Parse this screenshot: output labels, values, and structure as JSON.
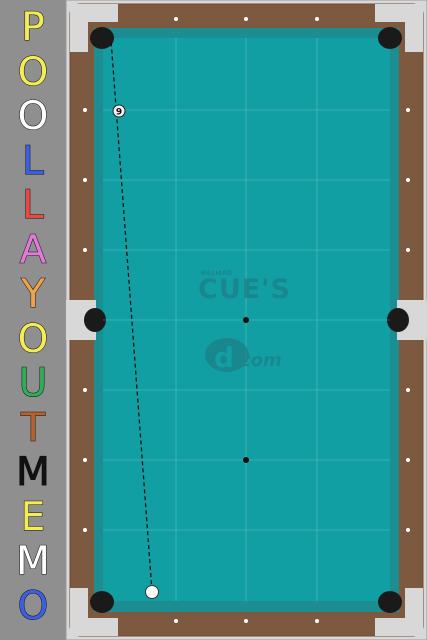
{
  "title": {
    "letters": [
      {
        "ch": "P",
        "color": "#f3ec57"
      },
      {
        "ch": "O",
        "color": "#f3ec57"
      },
      {
        "ch": "O",
        "color": "#ffffff"
      },
      {
        "ch": "L",
        "color": "#3b5fe0"
      },
      {
        "ch": "L",
        "color": "#e64a43"
      },
      {
        "ch": "A",
        "color": "#e27ad9"
      },
      {
        "ch": "Y",
        "color": "#f2a34a"
      },
      {
        "ch": "O",
        "color": "#f3ec57"
      },
      {
        "ch": "U",
        "color": "#2fae57"
      },
      {
        "ch": "T",
        "color": "#b8612b"
      },
      {
        "ch": "M",
        "color": "#111111"
      },
      {
        "ch": "E",
        "color": "#f3ec57"
      },
      {
        "ch": "M",
        "color": "#ffffff"
      },
      {
        "ch": "O",
        "color": "#3b5fe0"
      }
    ]
  },
  "table": {
    "felt_color": "#129fa3",
    "rail_color": "#1c8e92",
    "wood_color": "#7d5940",
    "frame_color": "#d8d8d8"
  },
  "logo": {
    "small_text": "BILLIARD",
    "main_text": "CUE'S",
    "sub_text": "com",
    "sub_mark": "d"
  },
  "balls": [
    {
      "id": "nine-ball",
      "label": "9",
      "type": "numbered"
    },
    {
      "id": "cue-ball",
      "label": "",
      "type": "cue"
    }
  ],
  "shot_line": {
    "style": "dashed"
  }
}
